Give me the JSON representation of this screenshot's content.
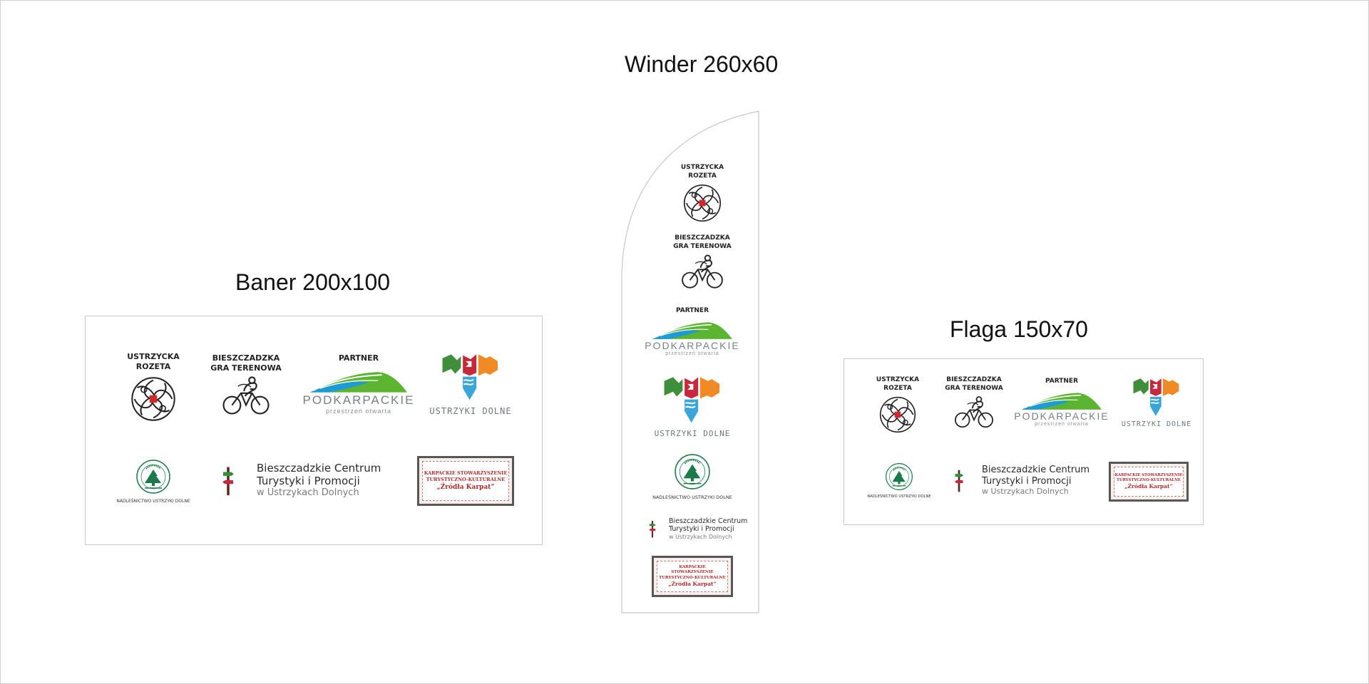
{
  "titles": {
    "baner": "Baner 200x100",
    "winder": "Winder 260x60",
    "flaga": "Flaga 150x70"
  },
  "logos": {
    "rozeta": {
      "line1": "USTRZYCKA",
      "line2": "ROZETA",
      "icon": "rosette-icon"
    },
    "gra": {
      "line1": "BIESZCZADZKA",
      "line2": "GRA TERENOWA",
      "icon": "cyclist-icon"
    },
    "partner": {
      "label": "PARTNER",
      "name": "PODKARPACKIE",
      "tagline": "przestrzeń otwarta",
      "icon": "hills-icon"
    },
    "ustrzyki": {
      "name": "USTRZYKI DOLNE",
      "icon": "ustrzyki-emblem-icon"
    },
    "lasy": {
      "name": "NADLEŚNICTWO USTRZYKI DOLNE",
      "emblem": "LASY PAŃSTWOWE",
      "icon": "tree-emblem-icon"
    },
    "bct": {
      "line1": "Bieszczadzkie Centrum",
      "line2": "Turystyki i Promocji",
      "line3": "w Ustrzykach Dolnych",
      "icon": "signpost-icon"
    },
    "karpackie": {
      "line1": "KARPACKIE STOWARZYSZENIE",
      "line2": "TURYSTYCZNO-KULTURALNE",
      "line3": "„Źródła Karpat”"
    }
  },
  "colors": {
    "text": "#111111",
    "panel_border": "#c8c8c8",
    "podk_green": "#5cb531",
    "podk_blue": "#1e9ad6",
    "ud_red": "#c8283c",
    "ud_orange": "#f08a24",
    "ud_green": "#3f8f3a",
    "ud_blue": "#3aa6d8",
    "lasy_green": "#1a7a4a",
    "karp_red": "#b02a2a"
  }
}
